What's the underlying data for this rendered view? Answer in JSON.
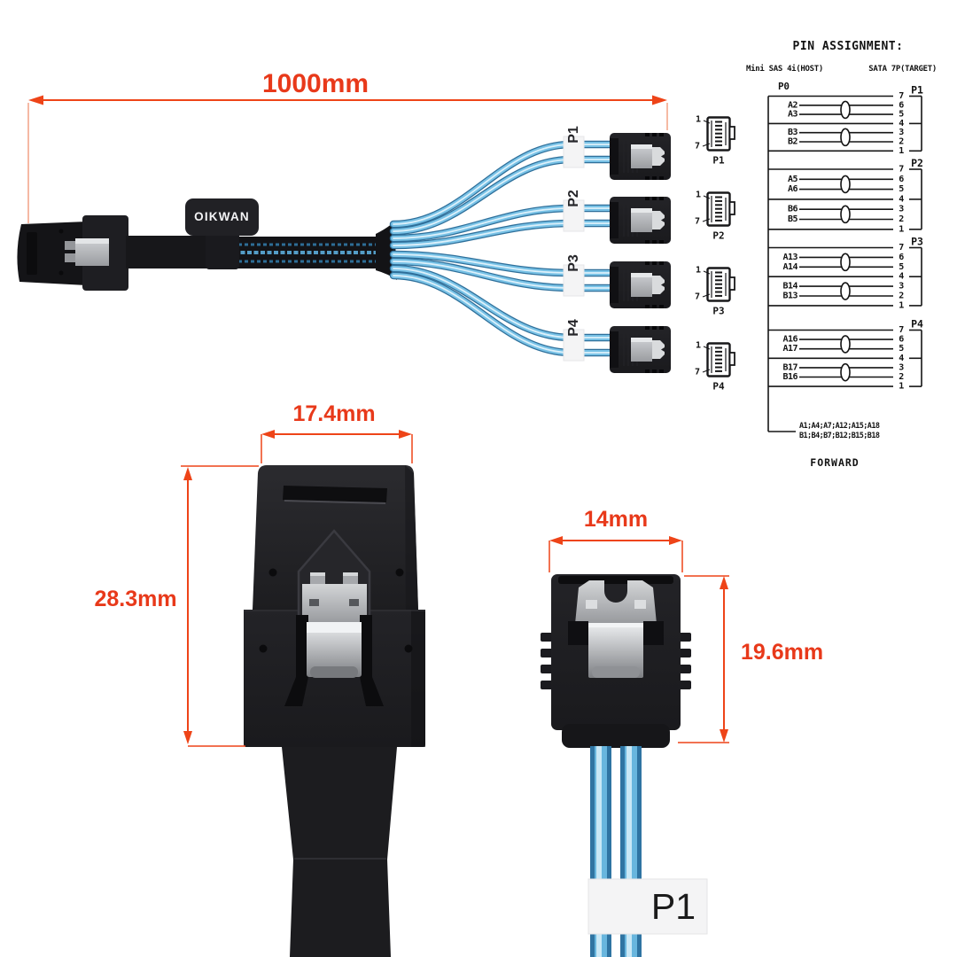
{
  "colors": {
    "dimension_text": "#e8391a",
    "dimension_line": "#ee4418",
    "wire_blue": "#79c2e6",
    "connector_black": "#1b1b1e",
    "diagram_ink": "#131313"
  },
  "brand": {
    "label": "OIKWAN"
  },
  "cable": {
    "length_label": "1000mm",
    "port_tags": [
      "P1",
      "P2",
      "P3",
      "P4"
    ]
  },
  "sata_icons": {
    "pin_top_label": "1",
    "pin_bottom_label": "7",
    "labels": [
      "P1",
      "P2",
      "P3",
      "P4"
    ]
  },
  "closeups": {
    "sas": {
      "width_label": "17.4mm",
      "height_label": "28.3mm"
    },
    "sata": {
      "width_label": "14mm",
      "height_label": "19.6mm",
      "band_label": "P1"
    }
  },
  "pin_diagram": {
    "title": "PIN ASSIGNMENT:",
    "host_label": "Mini SAS 4i(HOST)",
    "target_label": "SATA 7P(TARGET)",
    "host_port_label": "P0",
    "pin_numbers": [
      "7",
      "6",
      "5",
      "4",
      "3",
      "2",
      "1"
    ],
    "ports": [
      {
        "id": "P1",
        "pairs": [
          [
            "A2",
            "A3"
          ],
          [
            "B3",
            "B2"
          ]
        ]
      },
      {
        "id": "P2",
        "pairs": [
          [
            "A5",
            "A6"
          ],
          [
            "B6",
            "B5"
          ]
        ]
      },
      {
        "id": "P3",
        "pairs": [
          [
            "A13",
            "A14"
          ],
          [
            "B14",
            "B13"
          ]
        ]
      },
      {
        "id": "P4",
        "pairs": [
          [
            "A16",
            "A17"
          ],
          [
            "B17",
            "B16"
          ]
        ]
      }
    ],
    "ground_note": [
      "A1;A4;A7;A12;A15;A18",
      "B1;B4;B7;B12;B15;B18"
    ],
    "forward_label": "FORWARD"
  }
}
